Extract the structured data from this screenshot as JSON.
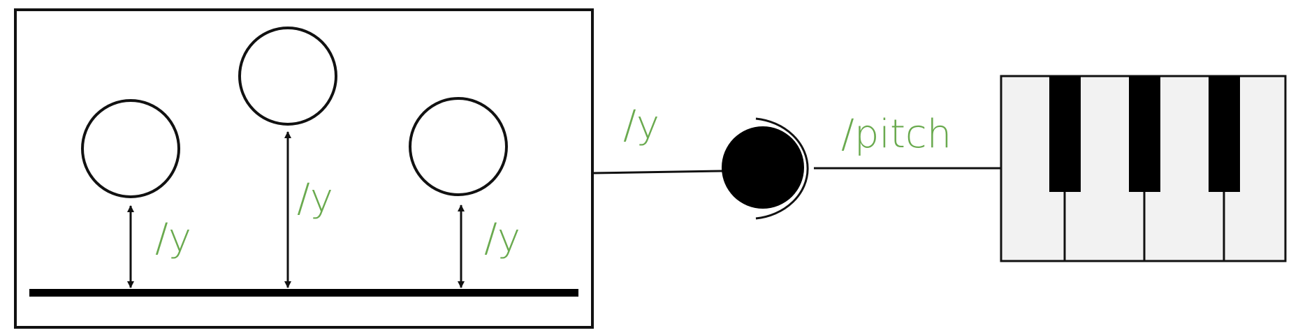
{
  "labels": {
    "ball_left": "/y",
    "ball_middle": "/y",
    "ball_right": "/y",
    "connection_y": "/y",
    "connection_pitch": "/pitch"
  },
  "colors": {
    "label": "#6aaa4f",
    "stroke": "#111111",
    "key_white": "#f2f2f2",
    "key_black": "#000000"
  }
}
